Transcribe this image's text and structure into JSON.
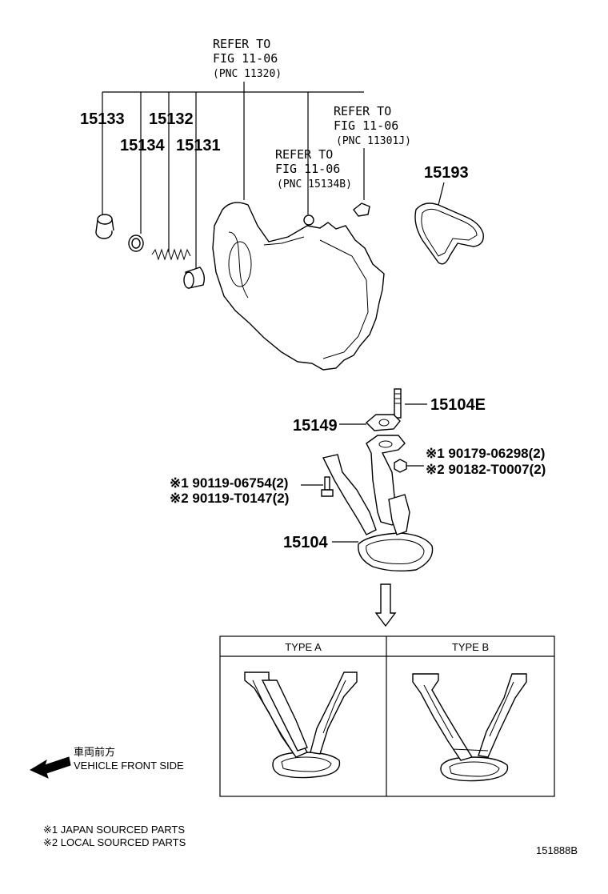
{
  "refs": {
    "top": {
      "l1": "REFER TO",
      "l2": "FIG 11-06",
      "l3": "(PNC 11320)"
    },
    "right": {
      "l1": "REFER TO",
      "l2": "FIG 11-06",
      "l3": "(PNC 11301J)"
    },
    "mid": {
      "l1": "REFER TO",
      "l2": "FIG 11-06",
      "l3": "(PNC 15134B)"
    }
  },
  "parts": {
    "p15133": "15133",
    "p15132": "15132",
    "p15134": "15134",
    "p15131": "15131",
    "p15193": "15193",
    "p15104E": "15104E",
    "p15149": "15149",
    "p15104": "15104"
  },
  "annotations": {
    "nut_1": "※1 90179-06298(2)",
    "nut_2": "※2 90182-T0007(2)",
    "bolt_1": "※1 90119-06754(2)",
    "bolt_2": "※2 90119-T0147(2)"
  },
  "types": {
    "a": "TYPE A",
    "b": "TYPE B"
  },
  "direction": {
    "jp": "車両前方",
    "en": "VEHICLE FRONT SIDE"
  },
  "notes": {
    "n1": "※1 JAPAN SOURCED PARTS",
    "n2": "※2 LOCAL SOURCED PARTS"
  },
  "diagram_id": "151888B"
}
